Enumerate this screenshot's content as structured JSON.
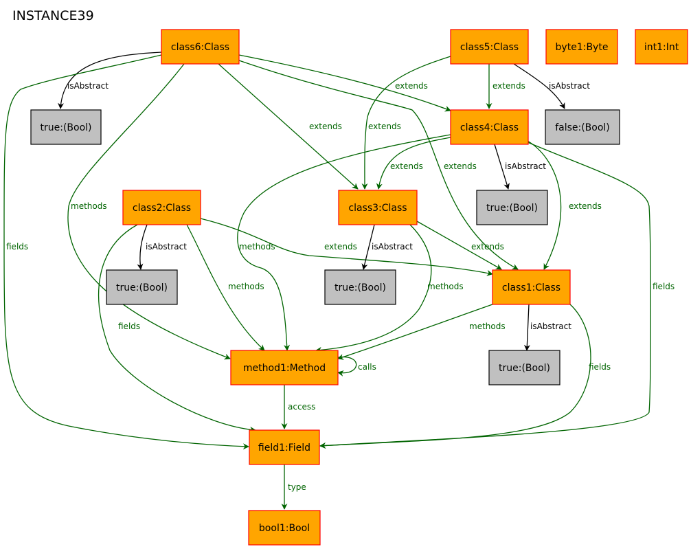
{
  "title": "INSTANCE39",
  "colors": {
    "object_fill": "#ffa500",
    "object_stroke": "#ff0000",
    "value_fill": "#c0c0c0",
    "value_stroke": "#000000",
    "edge_link": "#006400",
    "edge_attribute": "#000000"
  },
  "nodes": {
    "class6": "class6:Class",
    "class5": "class5:Class",
    "byte1": "byte1:Byte",
    "int1": "int1:Int",
    "true_c6": "true:(Bool)",
    "class4": "class4:Class",
    "false_c5": "false:(Bool)",
    "true_c4": "true:(Bool)",
    "class2": "class2:Class",
    "class3": "class3:Class",
    "true_c2": "true:(Bool)",
    "true_c3": "true:(Bool)",
    "class1": "class1:Class",
    "true_c1": "true:(Bool)",
    "method1": "method1:Method",
    "field1": "field1:Field",
    "bool1": "bool1:Bool"
  },
  "edges": {
    "c6_isAbstract": "isAbstract",
    "c6_extends_c4": "extends",
    "c6_extends_c3": "extends",
    "c6_extends_c1": "extends",
    "c6_methods": "methods",
    "c6_fields": "fields",
    "c5_extends_c4": "extends",
    "c5_extends_c3": "extends",
    "c5_isAbstract": "isAbstract",
    "c4_isAbstract": "isAbstract",
    "c4_extends_c3": "extends",
    "c4_extends_c1": "extends",
    "c4_methods": "methods",
    "c4_fields": "fields",
    "c2_isAbstract": "isAbstract",
    "c2_extends_c1": "extends",
    "c2_methods": "methods",
    "c2_fields": "fields",
    "c3_isAbstract": "isAbstract",
    "c3_extends_c1": "extends",
    "c3_methods": "methods",
    "c1_isAbstract": "isAbstract",
    "c1_methods": "methods",
    "c1_fields": "fields",
    "m1_calls": "calls",
    "m1_access": "access",
    "f1_type": "type"
  }
}
